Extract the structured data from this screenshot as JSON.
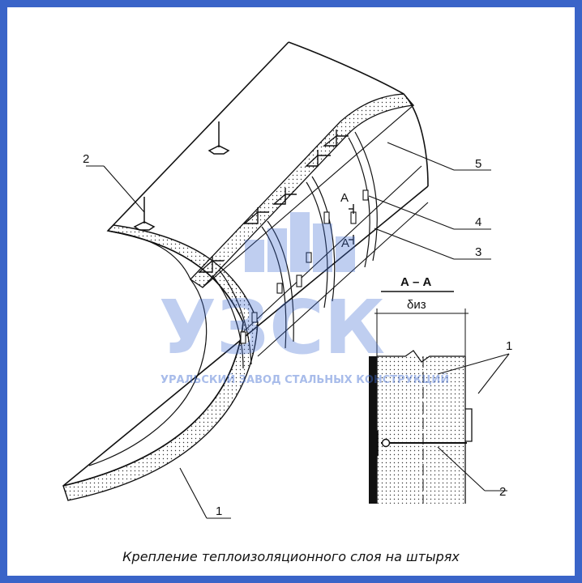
{
  "callouts": {
    "main": [
      "2",
      "5",
      "4",
      "3",
      "1"
    ],
    "section": [
      "1",
      "2"
    ]
  },
  "section": {
    "title": "А – А",
    "thickness": "δиз",
    "marker": "А"
  },
  "watermark": {
    "logo_text": "УЗСК",
    "company": "УРАЛЬСКИЙ ЗАВОД СТАЛЬНЫХ КОНСТРУКЦИЙ"
  },
  "caption": "Крепление теплоизоляционного слоя на штырях",
  "colors": {
    "frame": "#3a64c8",
    "watermark": "#3d6bd1"
  }
}
